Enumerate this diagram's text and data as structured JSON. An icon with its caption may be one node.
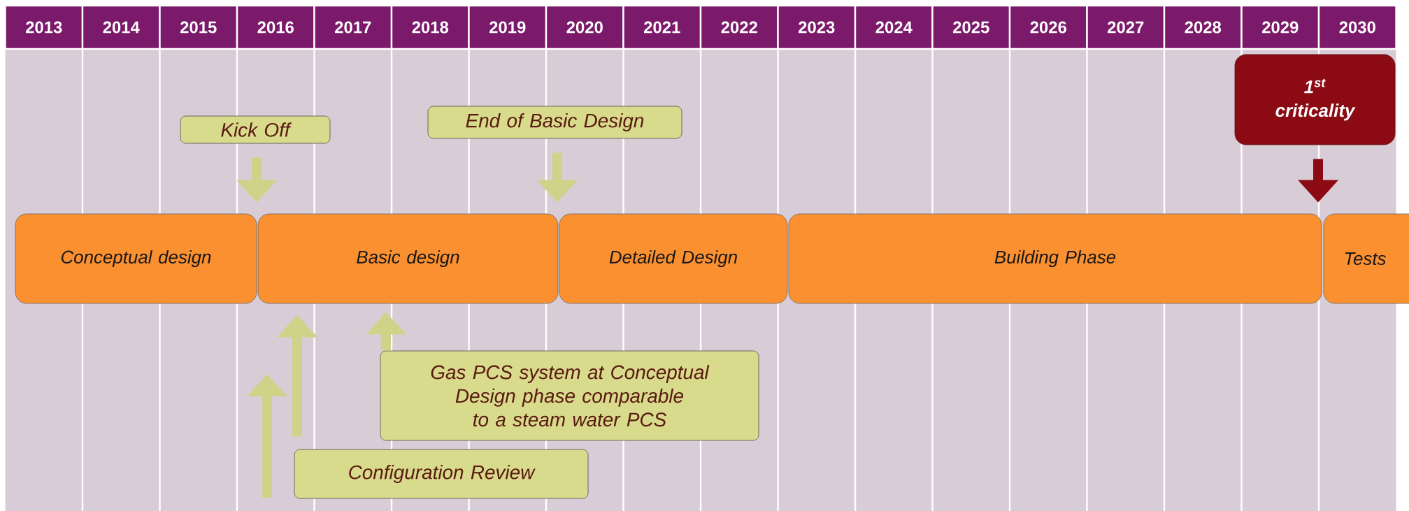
{
  "diagram": {
    "nodes": [
      {
        "text": [
          "Conceptual design"
        ]
      },
      {
        "text": [
          "Basic design"
        ]
      },
      {
        "text": [
          "Detailed Design"
        ]
      },
      {
        "text": [
          "Building Phase"
        ]
      },
      {
        "text": [
          "Tests"
        ]
      },
      {
        "text": [
          "Kick Off"
        ]
      },
      {
        "text": [
          "End of Basic Design"
        ]
      },
      {
        "text": [
          "1$^{st}$ criticality"
        ]
      },
      {
        "text": [
          "Gas PCS system at Conceptual Design phase comparable to a steam water PCS"
        ]
      },
      {
        "text": [
          "Configuration Review"
        ]
      }
    ],
    "edges": [
      {
        "from": 5,
        "to": 1,
        "arrow": "to"
      },
      {
        "from": 6,
        "to": 1,
        "arrow": "to"
      },
      {
        "from": 7,
        "to": 4,
        "arrow": "to",
        "color": "#8b0a14"
      },
      {
        "from": 9,
        "to": 1,
        "arrow": "to"
      },
      {
        "from": 8,
        "to": 1,
        "arrow": "to"
      }
    ],
    "labels": [
      "2013",
      "2014",
      "2015",
      "2016",
      "2017",
      "2018",
      "2019",
      "2020",
      "2021",
      "2022",
      "2023",
      "2024",
      "2025",
      "2026",
      "2027",
      "2028",
      "2029",
      "2030"
    ]
  }
}
